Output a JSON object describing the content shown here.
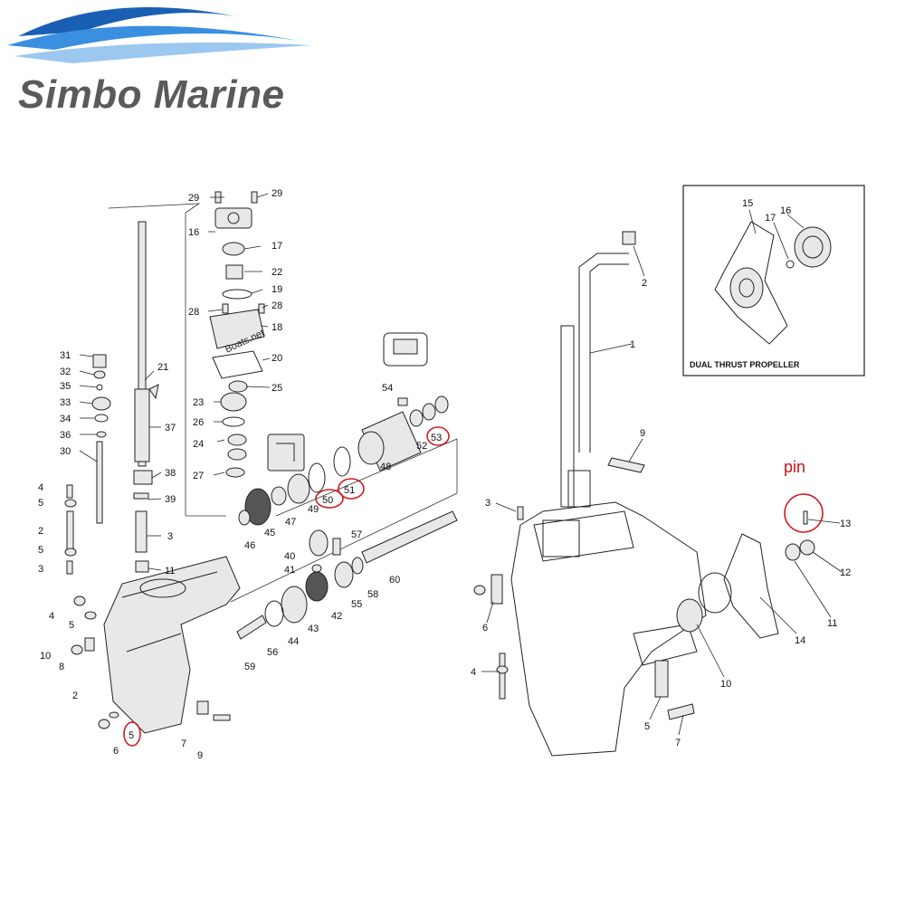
{
  "brand": {
    "name": "Simbo Marine",
    "wave_colors": [
      "#1a5fb4",
      "#3a8fe0",
      "#9cc8f0"
    ]
  },
  "watermark": "Boats.net",
  "annotation": {
    "text": "pin",
    "color": "#c0151b"
  },
  "inset": {
    "title": "DUAL THRUST PROPELLER"
  },
  "labels": {
    "l29a": "29",
    "l29b": "29",
    "l16": "16",
    "l17": "17",
    "l22": "22",
    "l19": "19",
    "l28a": "28",
    "l28b": "28",
    "l18": "18",
    "l20": "20",
    "l21": "21",
    "l25": "25",
    "l23": "23",
    "l26": "26",
    "l24": "24",
    "l27": "27",
    "l37": "37",
    "l38": "38",
    "l39": "39",
    "l3a": "3",
    "l11a": "11",
    "l31": "31",
    "l32": "32",
    "l35": "35",
    "l33": "33",
    "l34": "34",
    "l36": "36",
    "l30": "30",
    "l4a": "4",
    "l5a": "5",
    "l2a": "2",
    "l5b": "5",
    "l3b": "3",
    "l4b": "4",
    "l5c": "5",
    "l10a": "10",
    "l8": "8",
    "l2b": "2",
    "l6a": "6",
    "l5d": "5",
    "l7a": "7",
    "l9a": "9",
    "l54": "54",
    "l53": "53",
    "l52": "52",
    "l48": "48",
    "l51": "51",
    "l50": "50",
    "l49": "49",
    "l47": "47",
    "l45": "45",
    "l46": "46",
    "l57": "57",
    "l40": "40",
    "l41": "41",
    "l60": "60",
    "l58": "58",
    "l55": "55",
    "l42": "42",
    "l43": "43",
    "l44": "44",
    "l56": "56",
    "l59": "59",
    "r2": "2",
    "r1": "1",
    "r9": "9",
    "r3": "3",
    "r6": "6",
    "r4": "4",
    "r13": "13",
    "r12": "12",
    "r11": "11",
    "r14": "14",
    "r10": "10",
    "r5": "5",
    "r7": "7",
    "i15": "15",
    "i16": "16",
    "i17": "17"
  }
}
